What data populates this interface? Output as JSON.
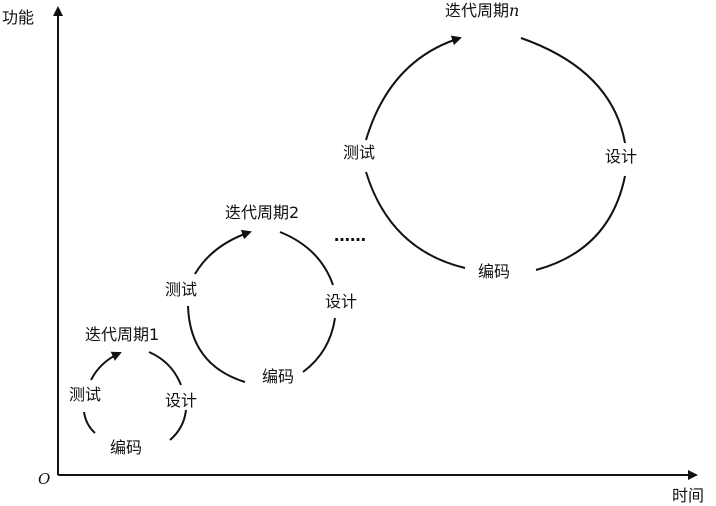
{
  "axes": {
    "y_label": "功能",
    "x_label": "时间",
    "origin": "O"
  },
  "cycles": [
    {
      "title": "迭代周期1",
      "test": "测试",
      "design": "设计",
      "code": "编码"
    },
    {
      "title": "迭代周期2",
      "test": "测试",
      "design": "设计",
      "code": "编码"
    },
    {
      "title": "迭代周期",
      "title_var": "n",
      "test": "测试",
      "design": "设计",
      "code": "编码"
    }
  ],
  "ellipsis": "……"
}
